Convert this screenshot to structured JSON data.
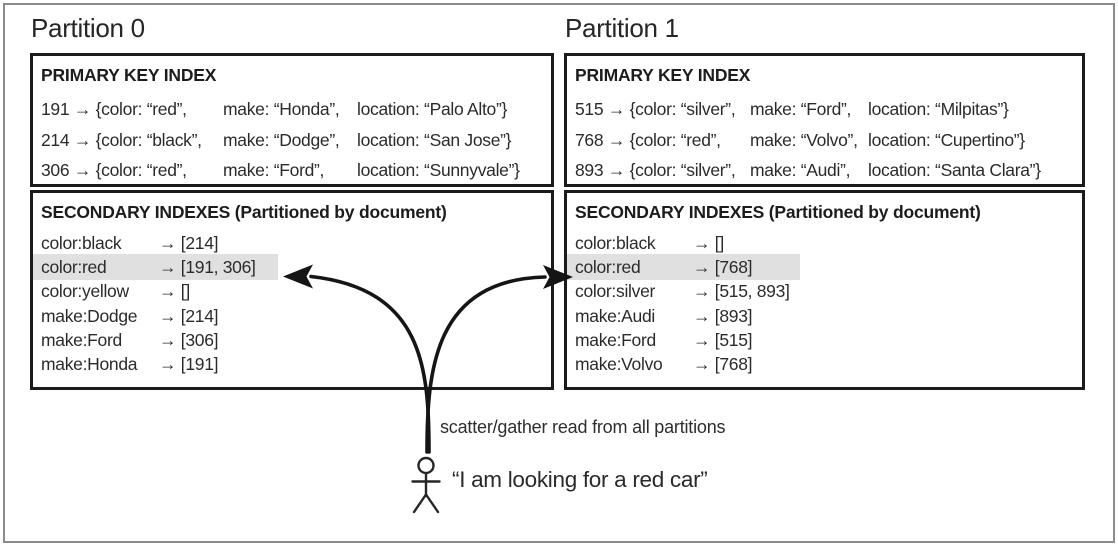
{
  "partitions": [
    {
      "label": "Partition 0",
      "primary_index": {
        "header": "PRIMARY KEY INDEX",
        "rows": [
          {
            "c1": "191 → {color: “red”,",
            "c2": "make: “Honda”,",
            "c3": "location: “Palo Alto”}"
          },
          {
            "c1": "214 → {color: “black”,",
            "c2": "make: “Dodge”,",
            "c3": "location: “San Jose”}"
          },
          {
            "c1": "306 → {color: “red”,",
            "c2": "make: “Ford”,",
            "c3": "location: “Sunnyvale”}"
          }
        ]
      },
      "secondary_index": {
        "header": "SECONDARY INDEXES (Partitioned by document)",
        "rows": [
          {
            "term": "color:black",
            "val": "→ [214]",
            "highlighted": false
          },
          {
            "term": "color:red",
            "val": "→ [191, 306]",
            "highlighted": true
          },
          {
            "term": "color:yellow",
            "val": "→ []",
            "highlighted": false
          },
          {
            "term": "make:Dodge",
            "val": "→ [214]",
            "highlighted": false
          },
          {
            "term": "make:Ford",
            "val": "→ [306]",
            "highlighted": false
          },
          {
            "term": "make:Honda",
            "val": "→ [191]",
            "highlighted": false
          }
        ]
      }
    },
    {
      "label": "Partition 1",
      "primary_index": {
        "header": "PRIMARY KEY INDEX",
        "rows": [
          {
            "c1": "515 → {color: “silver”,",
            "c2": "make: “Ford”,",
            "c3": "location: “Milpitas”}"
          },
          {
            "c1": "768 → {color: “red”,",
            "c2": "make: “Volvo”,",
            "c3": "location: “Cupertino”}"
          },
          {
            "c1": "893 → {color: “silver”,",
            "c2": "make: “Audi”,",
            "c3": "location: “Santa Clara”}"
          }
        ]
      },
      "secondary_index": {
        "header": "SECONDARY INDEXES (Partitioned by document)",
        "rows": [
          {
            "term": "color:black",
            "val": "→ []",
            "highlighted": false
          },
          {
            "term": "color:red",
            "val": "→ [768]",
            "highlighted": true
          },
          {
            "term": "color:silver",
            "val": "→ [515, 893]",
            "highlighted": false
          },
          {
            "term": "make:Audi",
            "val": "→ [893]",
            "highlighted": false
          },
          {
            "term": "make:Ford",
            "val": "→ [515]",
            "highlighted": false
          },
          {
            "term": "make:Volvo",
            "val": "→ [768]",
            "highlighted": false
          }
        ]
      }
    }
  ],
  "annotations": {
    "scatter_gather_label": "scatter/gather read from all partitions",
    "user_query": "“I am looking for a red car”"
  },
  "icons": {
    "person": "stick-figure-person",
    "left_arrow": "curved-arrow-to-partition-0-color-red",
    "right_arrow": "curved-arrow-to-partition-1-color-red"
  },
  "colors": {
    "highlight_row": "#e0e0e0",
    "box_border": "#1b1b1b",
    "outer_frame": "#8b8b8b",
    "text": "#2b2b2b"
  }
}
